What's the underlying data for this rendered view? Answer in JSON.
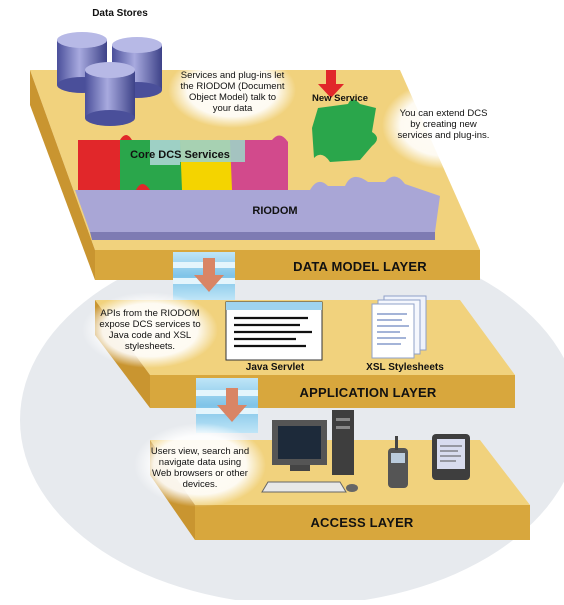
{
  "labels": {
    "data_stores": "Data Stores",
    "new_service": "New Service",
    "core_services": "Core DCS Services",
    "riodom": "RIODOM",
    "java_servlet": "Java Servlet",
    "xsl_stylesheets": "XSL Stylesheets"
  },
  "layers": {
    "data_model": "DATA MODEL LAYER",
    "application": "APPLICATION LAYER",
    "access": "ACCESS LAYER"
  },
  "notes": {
    "plugins": "Services and plug-ins let the RIODOM (Document Object Model) talk to your data",
    "extend": "You can extend DCS by creating new services and plug-ins.",
    "apis": "APIs from the RIODOM expose DCS services to Java code and XSL stylesheets.",
    "users": "Users view, search and navigate data using Web browsers or other devices."
  },
  "colors": {
    "layer_top": "#f2d27a",
    "layer_side": "#d9a93c",
    "riodom": "#a9a6d6",
    "connector": "#9fd3ee",
    "arrow": "#d98565",
    "cylinder": "#7c7fc0"
  }
}
